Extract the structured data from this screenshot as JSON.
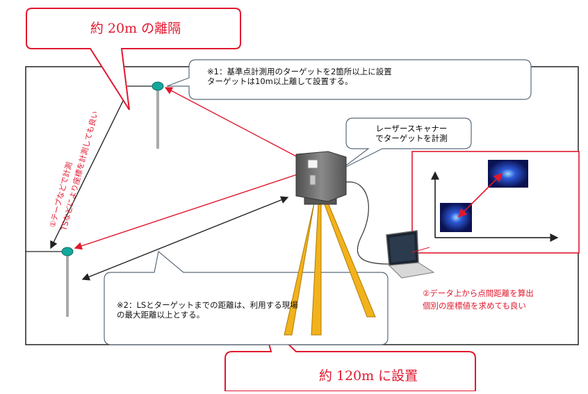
{
  "callouts": {
    "top": "約 20m の離隔",
    "bottom": "約 120m に設置"
  },
  "notes": {
    "note1": "※1：基準点計測用のターゲットを2箇所以上に設置\nターゲットは10m以上離して設置する。",
    "scanner": "レーザースキャナー\nでターゲットを計測",
    "note2": "※2：LSとターゲットまでの距離は、利用する現場\nの最大距離以上とする。",
    "laptop_caption": "②データ上から点間距離を算出\n個別の座標値を求めても良い",
    "vertical": "①テープなどで計測\nTSなどにより座標を計測しても良い"
  },
  "colors": {
    "accent_red": "#e0182e",
    "target_teal": "#14a89a",
    "tripod_yellow": "#f2b21c",
    "scanner_gray": "#6d6d6d",
    "panel_navy": "#101c6a"
  }
}
